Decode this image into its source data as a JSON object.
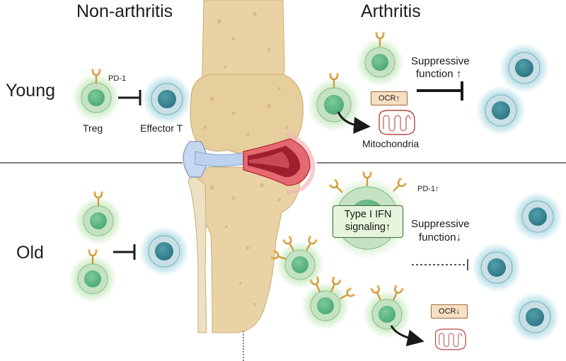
{
  "headers": {
    "left": "Non-arthritis",
    "right": "Arthritis"
  },
  "rows": {
    "young": "Young",
    "old": "Old"
  },
  "labels": {
    "pd1_young": "PD-1",
    "treg": "Treg",
    "effector_t": "Effector T",
    "suppressive_up": "Suppressive function ↑",
    "suppressive_up_line1": "Suppressive",
    "suppressive_up_line2": "function ↑",
    "ocr_up": "OCR↑",
    "mitochondria": "Mitochondria",
    "pd1_up": "PD-1↑",
    "type1_ifn_line1": "Type I IFN",
    "type1_ifn_line2": "signaling↑",
    "suppressive_down_line1": "Suppressive",
    "suppressive_down_line2": "function↓",
    "ocr_down": "OCR↓"
  },
  "colors": {
    "treg_fill": "#c5e3c3",
    "treg_nucleus": "#5fb886",
    "effector_fill": "#cfe3e7",
    "effector_nucleus": "#3f8c99",
    "receptor": "#e8b24f",
    "bone": "#e8d3a6",
    "cartilage": "#bccde6",
    "inflamed": "#d93c46"
  },
  "icons": [
    "pd1-receptor-icon",
    "inhibition-arrow-icon",
    "mitochondria-icon",
    "knee-joint-icon"
  ]
}
